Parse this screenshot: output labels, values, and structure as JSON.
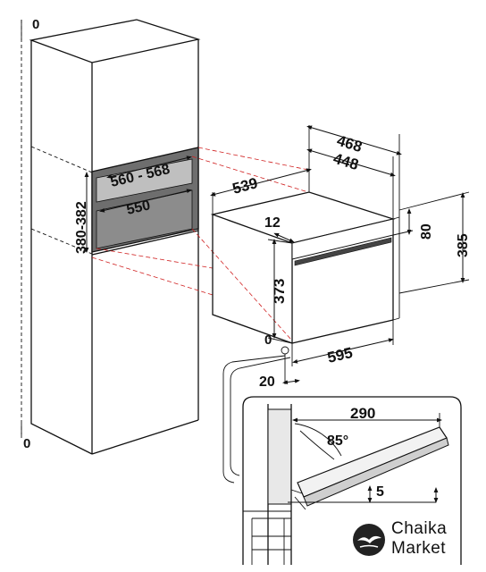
{
  "dimensions": {
    "top_zero": "0",
    "bottom_zero": "0",
    "niche_depth": "560 - 568",
    "niche_inner_width": "550",
    "niche_height": "380-382",
    "oven_depth_total": "539",
    "oven_depth_a": "468",
    "oven_depth_b": "448",
    "front_thickness": "12",
    "panel_height": "80",
    "oven_height": "385",
    "body_height": "373",
    "oven_width": "595",
    "base_zero": "0",
    "offset_side": "20",
    "door_width": "290",
    "door_angle": "85°",
    "door_gap": "5"
  },
  "brand": {
    "line1": "Chaika",
    "line2": "Market",
    "logo_icon": "seagull-circle-icon"
  }
}
